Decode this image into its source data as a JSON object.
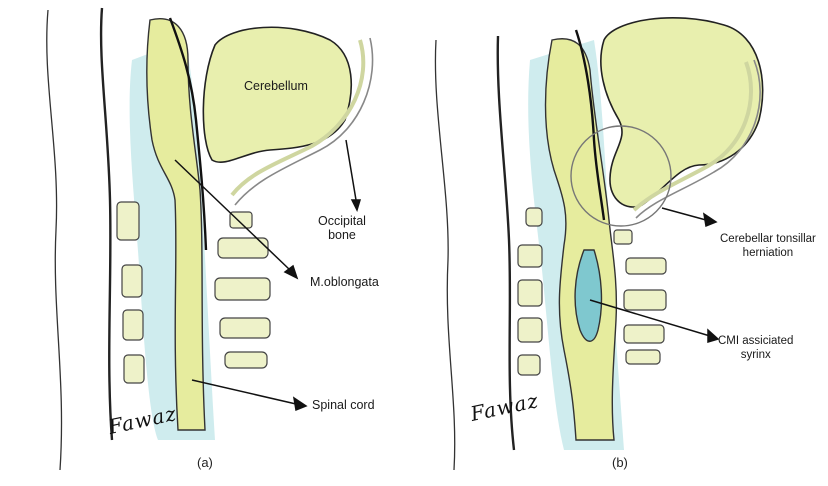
{
  "panel_a": {
    "caption": "(a)",
    "signature": "Fawaz",
    "labels": {
      "cerebellum": "Cerebellum",
      "occipital_bone": "Occipital\nbone",
      "medulla": "M.oblongata",
      "spinal_cord": "Spinal cord"
    }
  },
  "panel_b": {
    "caption": "(b)",
    "signature": "Fawaz",
    "labels": {
      "tonsillar_herniation": "Cerebellar tonsillar\nherniation",
      "syrinx": "CMI assiciated\nsyrinx"
    }
  },
  "colors": {
    "tissue": "#e8efae",
    "csf": "#8fd3d8",
    "ink": "#1a1a1a",
    "bone_fill": "#eef2c9"
  }
}
